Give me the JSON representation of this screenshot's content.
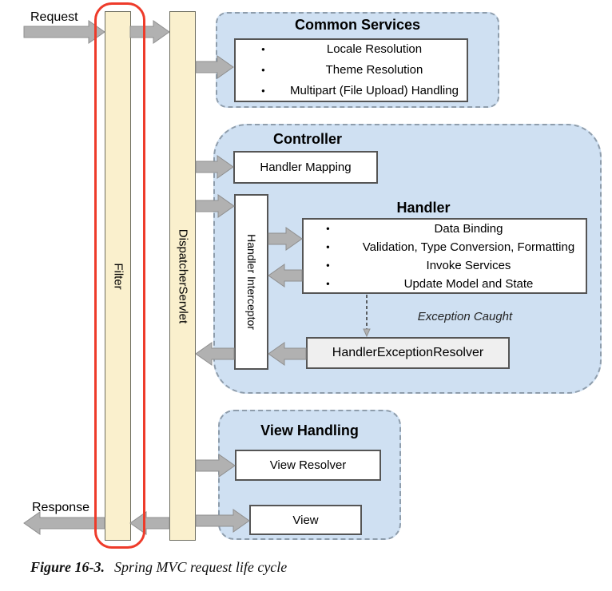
{
  "diagram": {
    "request_label": "Request",
    "response_label": "Response",
    "filter_label": "Filter",
    "dispatcher_label": "DispatcherServlet",
    "common_services": {
      "title": "Common Services",
      "items": [
        "Locale Resolution",
        "Theme Resolution",
        "Multipart (File Upload) Handling"
      ]
    },
    "controller": {
      "title": "Controller",
      "handler_mapping_label": "Handler Mapping",
      "handler_interceptor_label": "Handler Interceptor",
      "handler": {
        "title": "Handler",
        "items": [
          "Data Binding",
          "Validation, Type Conversion, Formatting",
          "Invoke Services",
          "Update Model and State"
        ]
      },
      "exception_caught_label": "Exception Caught",
      "handler_exception_resolver_label": "HandlerExceptionResolver"
    },
    "view_handling": {
      "title": "View Handling",
      "view_resolver_label": "View Resolver",
      "view_label": "View"
    }
  },
  "caption": {
    "figure_number": "Figure 16-3.",
    "figure_title": "Spring MVC request life cycle"
  },
  "colors": {
    "tan_fill": "#faf0cd",
    "tan_border": "#6d6d5f",
    "blue_fill": "#cfe0f2",
    "blue_border": "#8e9dac",
    "arrow_fill": "#b1b1b1",
    "arrow_border": "#8f8f8f",
    "red_outline": "#ee3b2a",
    "box_border": "#555555",
    "resolver_fill": "#efefef"
  }
}
